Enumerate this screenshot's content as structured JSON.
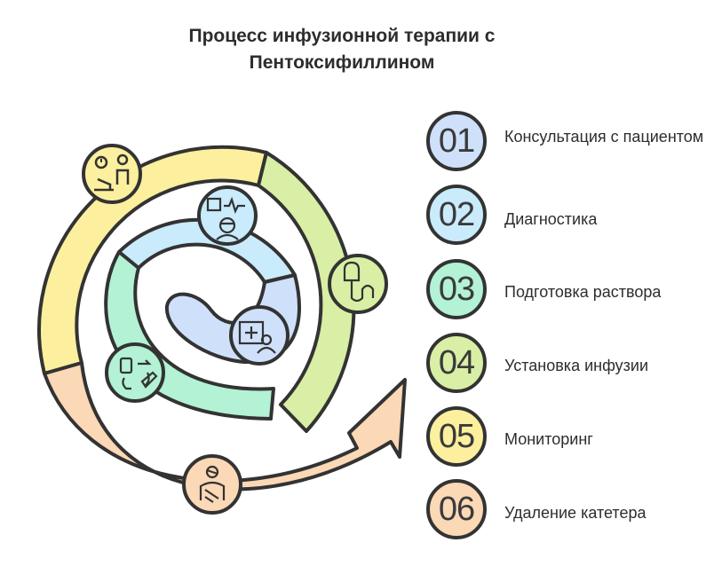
{
  "title": "Процесс инфузионной терапии с Пентоксифиллином",
  "colors": {
    "yellow": "#fcef9e",
    "green": "#d8efa5",
    "orange": "#fbd8b6",
    "blue": "#cfe0fb",
    "teal": "#b3f2d4",
    "light_blue": "#c9ebfb",
    "outline": "#333333"
  },
  "steps": [
    {
      "number": "01",
      "label": "Консультация с пациентом",
      "color": "#cfe0fb",
      "icon": "doctor-consultation-icon"
    },
    {
      "number": "02",
      "label": "Диагностика",
      "color": "#c9ebfb",
      "icon": "diagnostics-icon"
    },
    {
      "number": "03",
      "label": "Подготовка раствора",
      "color": "#b3f2d4",
      "icon": "solution-preparation-icon"
    },
    {
      "number": "04",
      "label": "Установка инфузии",
      "color": "#d8efa5",
      "icon": "iv-drip-icon"
    },
    {
      "number": "05",
      "label": "Мониторинг",
      "color": "#fcef9e",
      "icon": "monitoring-icon"
    },
    {
      "number": "06",
      "label": "Удаление катетера",
      "color": "#fbd8b6",
      "icon": "patient-bandage-icon"
    }
  ]
}
